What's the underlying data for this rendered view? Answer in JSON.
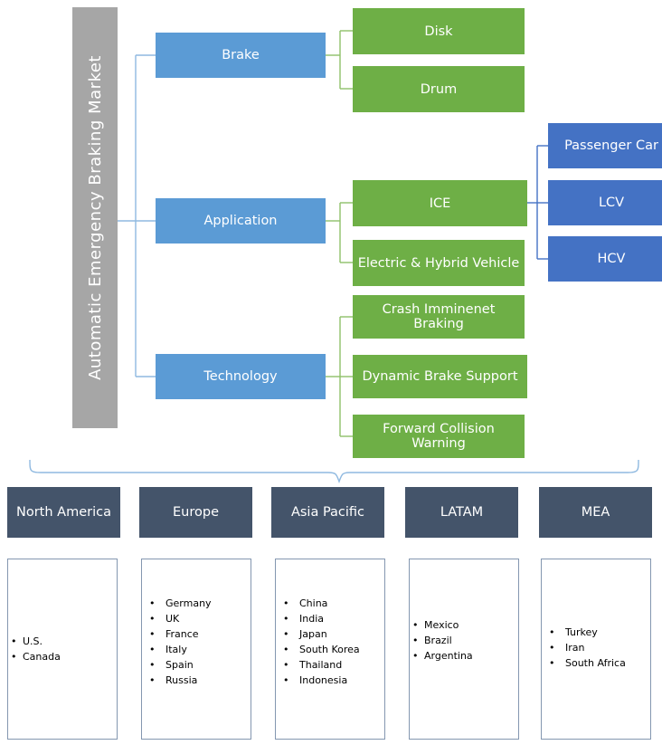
{
  "diagram": {
    "root": {
      "label": "Automatic Emergency Braking Market"
    },
    "segments": [
      {
        "label": "Brake"
      },
      {
        "label": "Application"
      },
      {
        "label": "Technology"
      }
    ],
    "brake_types": [
      {
        "label": "Disk"
      },
      {
        "label": "Drum"
      }
    ],
    "application_types": [
      {
        "label": "ICE"
      },
      {
        "label": "Electric & Hybrid Vehicle"
      }
    ],
    "vehicle_types": [
      {
        "label": "Passenger Car"
      },
      {
        "label": "LCV"
      },
      {
        "label": "HCV"
      }
    ],
    "technology_types": [
      {
        "label": "Crash Imminenet  Braking"
      },
      {
        "label": "Dynamic  Brake Support"
      },
      {
        "label": "Forward Collision  Warning"
      }
    ],
    "regions": [
      {
        "label": "North America",
        "countries": [
          "U.S.",
          "Canada"
        ]
      },
      {
        "label": "Europe",
        "countries": [
          "Germany",
          "UK",
          "France",
          "Italy",
          "Spain",
          "Russia"
        ]
      },
      {
        "label": "Asia Pacific",
        "countries": [
          "China",
          "India",
          "Japan",
          "South Korea",
          "Thailand",
          "Indonesia"
        ]
      },
      {
        "label": "LATAM",
        "countries": [
          "Mexico",
          "Brazil",
          "Argentina"
        ]
      },
      {
        "label": "MEA",
        "countries": [
          "Turkey",
          "Iran",
          "South Africa"
        ]
      }
    ]
  },
  "colors": {
    "root_bar": "#a6a6a6",
    "level1_blue": "#5B9BD5",
    "level2_green": "#6EAF46",
    "level3_blue": "#4472C4",
    "region_slate": "#44546A",
    "connector_blue": "#8FB9E0",
    "connector_green": "#8FC06A",
    "listbox_border": "#8497B0"
  }
}
